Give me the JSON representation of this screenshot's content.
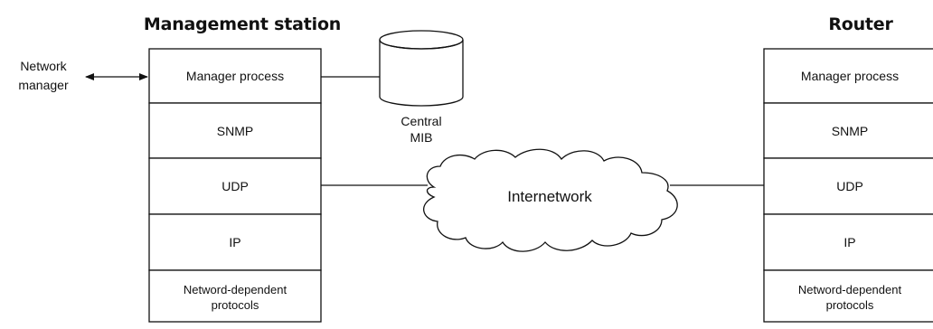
{
  "left_station": {
    "title": "Management station",
    "layers": [
      "Manager process",
      "SNMP",
      "UDP",
      "IP"
    ],
    "bottom_layer": [
      "Netword-dependent",
      "protocols"
    ]
  },
  "right_station": {
    "title": "Router",
    "layers": [
      "Manager process",
      "SNMP",
      "UDP",
      "IP"
    ],
    "bottom_layer": [
      "Netword-dependent",
      "protocols"
    ]
  },
  "network_manager": [
    "Network",
    "manager"
  ],
  "central_mib": [
    "Central",
    "MIB"
  ],
  "cloud": {
    "label": "Internetwork"
  }
}
